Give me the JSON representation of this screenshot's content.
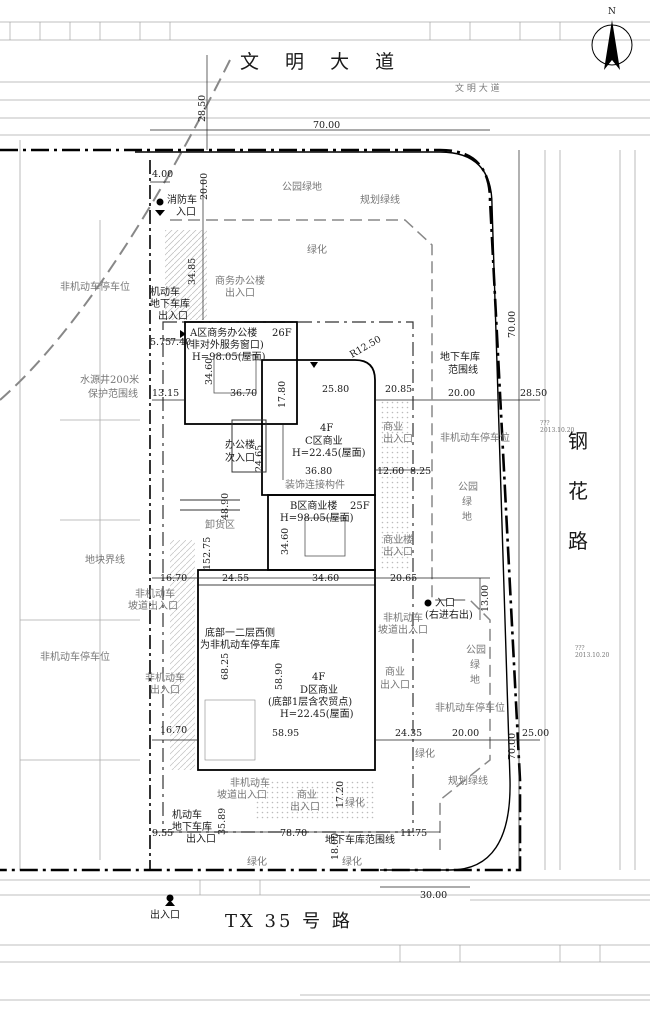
{
  "roads": {
    "north": "文 明 大 道",
    "north_small": "文 明 大 道",
    "east": [
      "钢",
      "花",
      "路"
    ],
    "south": "TX  35  号 路"
  },
  "compass": "N",
  "buildings": {
    "A": {
      "name": "A区商务办公楼",
      "floors": "26F",
      "note": "(非对外服务窗口)",
      "height": "H=98.05(屋面)"
    },
    "B": {
      "name": "B区商业楼",
      "floors": "25F",
      "height": "H=98.05(屋面)"
    },
    "C": {
      "floors": "4F",
      "name": "C区商业",
      "height": "H=22.45(屋面)"
    },
    "D": {
      "floors": "4F",
      "name": "D区商业",
      "note": "(底部1层含农贸点)",
      "height": "H=22.45(屋面)"
    }
  },
  "labels": {
    "fire_entrance_1": "消防车",
    "fire_entrance_2": "入口",
    "park_green_top": "公园绿地",
    "plan_green_line_top": "规划绿线",
    "greenery_top": "绿化",
    "office_entrance_1": "商务办公楼",
    "office_entrance_2": "出入口",
    "vehicle_garage_1": "机动车",
    "vehicle_garage_2": "地下车库",
    "vehicle_garage_3": "出入口",
    "bike_parking_left_top": "非机动车停车位",
    "water_well_1": "水源井200米",
    "water_well_2": "保护范围线",
    "basement_range_1": "地下车库",
    "basement_range_2": "范围线",
    "office_sub_entrance_1": "办公楼",
    "office_sub_entrance_2": "次入口",
    "decor_component": "装饰连接构件",
    "commerce_entrance_c_1": "商业",
    "commerce_entrance_c_2": "出入口",
    "bike_parking_right_top": "非机动车停车位",
    "park_green_right_1": "公园",
    "park_green_right_2": "绿",
    "park_green_right_3": "地",
    "unloading_area": "卸货区",
    "land_boundary": "地块界线",
    "commerce_entrance_b_1": "商业楼",
    "commerce_entrance_b_2": "出入口",
    "bike_ramp_left_1": "非机动车",
    "bike_ramp_left_2": "坡道出入口",
    "right_in_1": "入口",
    "right_in_2": "(右进右出)",
    "bike_ramp_right_1": "非机动车",
    "bike_ramp_right_2": "坡道出入口",
    "bike_parking_left_mid": "非机动车停车位",
    "bottom_bike_1": "底部一二层西侧",
    "bottom_bike_2": "为非机动车停车库",
    "bike_entrance_left_1": "非机动车",
    "bike_entrance_left_2": "出入口",
    "park_green_right2_1": "公园",
    "park_green_right2_2": "绿",
    "park_green_right2_3": "地",
    "commerce_entrance_d_1": "商业",
    "commerce_entrance_d_2": "出入口",
    "bike_parking_right_mid": "非机动车停车位",
    "greenery_mid": "绿化",
    "plan_green_line_bottom": "规划绿线",
    "bike_ramp_bottom_1": "非机动车",
    "bike_ramp_bottom_2": "坡道出入口",
    "commerce_entrance_bottom_1": "商业",
    "commerce_entrance_bottom_2": "出入口",
    "greenery_bottom_right": "绿化",
    "vehicle_garage_bottom_1": "机动车",
    "vehicle_garage_bottom_2": "地下车库",
    "vehicle_garage_bottom_3": "出入口",
    "basement_range_bottom": "地下车库范围线",
    "greenery_bottom_1": "绿化",
    "greenery_bottom_2": "绿化",
    "exit_entrance": "出入口"
  },
  "dimensions": {
    "d_28_50_top": "28.50",
    "d_70_00_top": "70.00",
    "d_4_00": "4.00",
    "d_20_00_left": "20.00",
    "d_34_85": "34.85",
    "d_5_75": "5.75",
    "d_7_40": "7.40",
    "d_13_15": "13.15",
    "d_34_60_a": "34.60",
    "d_36_70": "36.70",
    "d_17_80": "17.80",
    "d_25_80": "25.80",
    "d_r12_50": "R12.50",
    "d_20_85": "20.85",
    "d_20_00_mid": "20.00",
    "d_28_50_right": "28.50",
    "d_70_00_right_top": "70.00",
    "d_24_65": "24.65",
    "d_36_80": "36.80",
    "d_12_60": "12.60",
    "d_8_25": "8.25",
    "d_48_90": "48.90",
    "d_34_60_b": "34.60",
    "d_152_75": "152.75",
    "d_16_70_top": "16.70",
    "d_24_55": "24.55",
    "d_34_60_c": "34.60",
    "d_20_65": "20.65",
    "d_13_00": "13.00",
    "d_68_25": "68.25",
    "d_58_90": "58.90",
    "d_16_70_bottom": "16.70",
    "d_58_95": "58.95",
    "d_24_35": "24.35",
    "d_20_00_low": "20.00",
    "d_25_00": "25.00",
    "d_70_00_right_bottom": "70.00",
    "d_17_20": "17.20",
    "d_35_89": "35.89",
    "d_9_55": "9.55",
    "d_78_70": "78.70",
    "d_11_75": "11.75",
    "d_18_00": "18.00",
    "d_30_00": "30.00",
    "d_ref_1": "???",
    "d_ref_2": "2013.10.20",
    "d_ref_3": "???",
    "d_ref_4": "2013.10.20"
  }
}
